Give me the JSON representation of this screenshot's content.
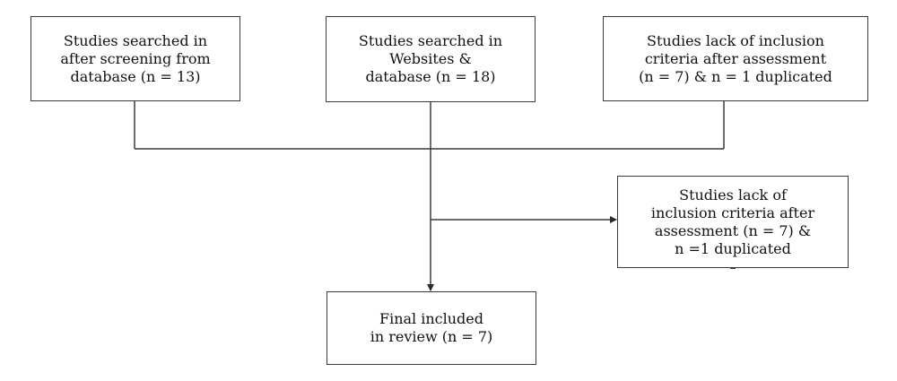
{
  "diagram": {
    "boxes": {
      "database": {
        "lines": [
          "Studies searched in",
          "after screening from",
          "database (n = 13)"
        ]
      },
      "websites": {
        "lines": [
          "Studies searched in",
          "Websites &",
          "database (n = 18)"
        ]
      },
      "excluded_top": {
        "lines": [
          "Studies lack of inclusion",
          "criteria after assessment",
          "(n = 7) & n = 1 duplicated"
        ]
      },
      "excluded_side": {
        "lines": [
          "Studies lack of",
          "inclusion criteria after",
          "assessment (n = 7) &",
          "n =1 duplicated"
        ]
      },
      "final": {
        "lines": [
          "Final included",
          "in review (n = 7)"
        ]
      }
    },
    "colors": {
      "line": "#3a3a3a",
      "box_border": "#3a3a3a",
      "text": "#111111"
    }
  }
}
